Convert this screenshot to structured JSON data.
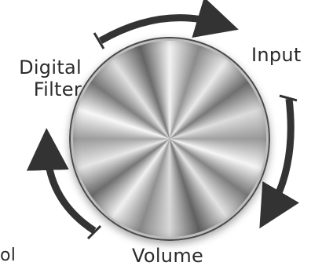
{
  "control": {
    "labels": {
      "digital_line1": "Digital",
      "digital_line2": "Filter",
      "input": "Input",
      "volume": "Volume",
      "corner_fragment": "ol"
    },
    "colors": {
      "arrow": "#333333",
      "label": "#2b2b2b"
    }
  }
}
